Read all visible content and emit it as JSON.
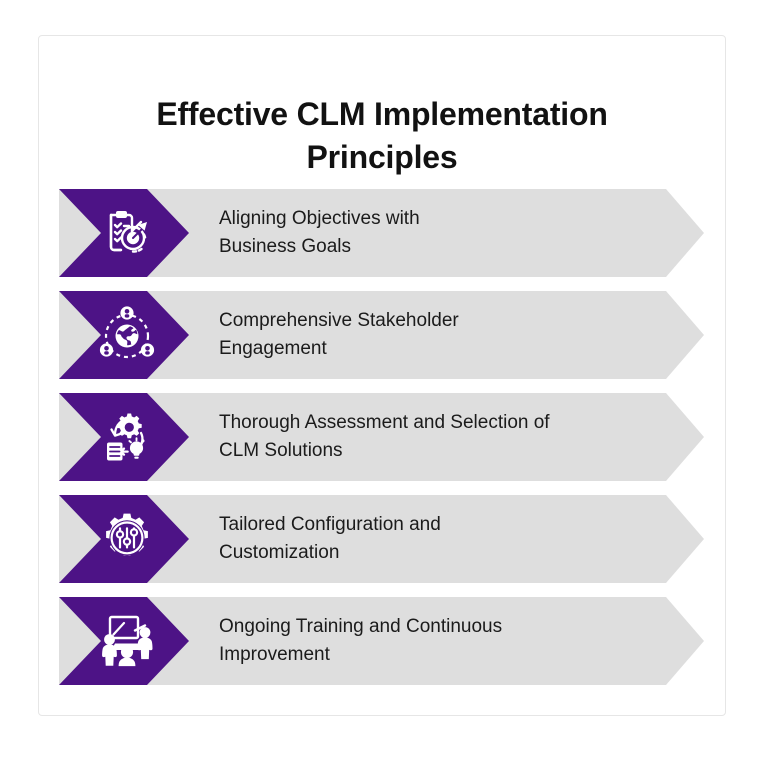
{
  "theme": {
    "accent_purple": "#4d1386",
    "bar_gray": "#dedede",
    "card_border": "#e6e6e6",
    "title_color": "#121212",
    "text_color": "#1b1b1b",
    "page_background": "#ffffff"
  },
  "card": {
    "title": "Effective CLM Implementation Principles",
    "title_line_1": "Effective CLM Implementation",
    "title_line_2": "Principles"
  },
  "principles": [
    {
      "index": 1,
      "icon": "clipboard-target-icon",
      "text": "Aligning Objectives with Business Goals",
      "line_1": "Aligning Objectives with",
      "line_2": "Business Goals"
    },
    {
      "index": 2,
      "icon": "globe-stakeholders-icon",
      "text": "Comprehensive Stakeholder Engagement",
      "line_1": "Comprehensive Stakeholder",
      "line_2": "Engagement"
    },
    {
      "index": 3,
      "icon": "gear-lightbulb-document-icon",
      "text": "Thorough Assessment and Selection of CLM Solutions",
      "line_1": "Thorough Assessment and Selection of",
      "line_2": "CLM Solutions"
    },
    {
      "index": 4,
      "icon": "gear-sliders-icon",
      "text": "Tailored Configuration and Customization",
      "line_1": "Tailored Configuration and",
      "line_2": "Customization"
    },
    {
      "index": 5,
      "icon": "training-presentation-icon",
      "text": "Ongoing Training and Continuous Improvement",
      "line_1": "Ongoing Training and Continuous",
      "line_2": "Improvement"
    }
  ]
}
